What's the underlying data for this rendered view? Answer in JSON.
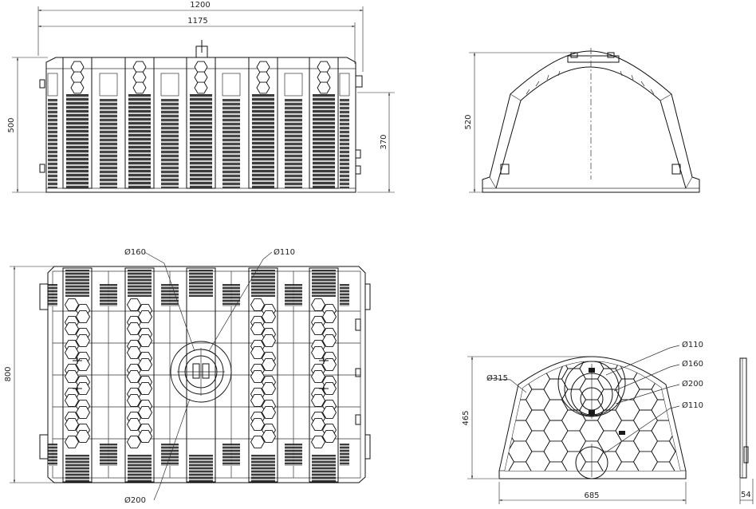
{
  "front_view": {
    "width_outer": "1200",
    "width_inner": "1175",
    "height_total": "500",
    "height_body": "370"
  },
  "side_view": {
    "height": "520"
  },
  "top_view": {
    "length": "800",
    "d_top_left": "Ø160",
    "d_top_right": "Ø110",
    "d_bottom": "Ø200"
  },
  "end_view": {
    "width": "685",
    "height": "465",
    "d_outer": "Ø315",
    "d1": "Ø110",
    "d2": "Ø160",
    "d3": "Ø200",
    "d4": "Ø110",
    "thickness": "54"
  }
}
